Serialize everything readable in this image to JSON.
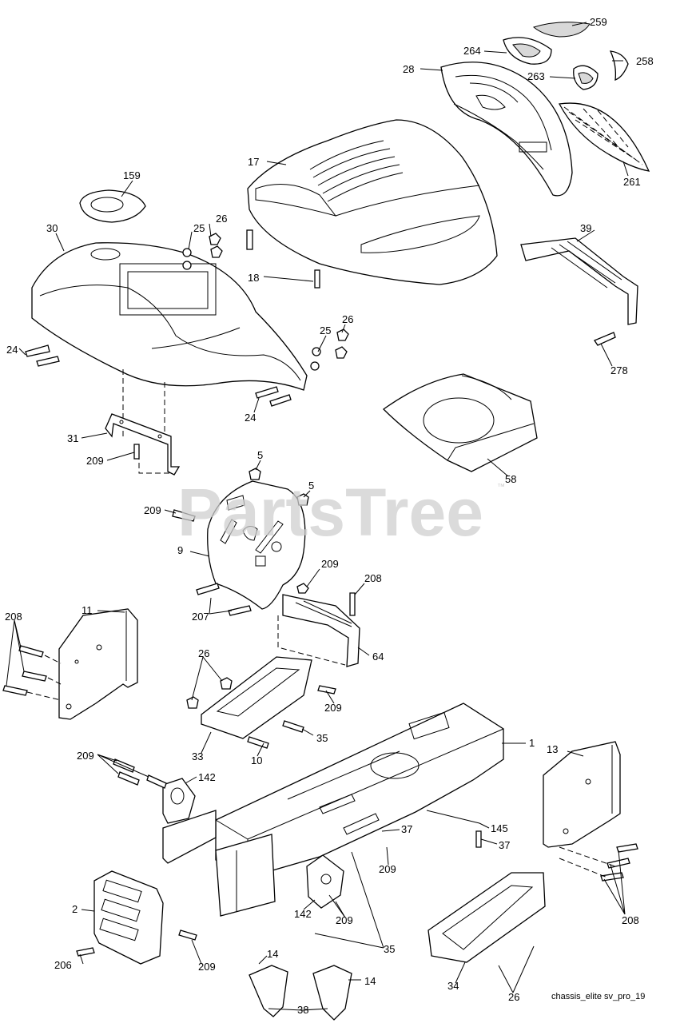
{
  "watermark": {
    "text": "PartsTree",
    "trademark": "™"
  },
  "caption": "chassis_elite sv_pro_19",
  "callouts": [
    {
      "id": "c259",
      "text": "259"
    },
    {
      "id": "c264",
      "text": "264"
    },
    {
      "id": "c258",
      "text": "258"
    },
    {
      "id": "c28",
      "text": "28"
    },
    {
      "id": "c263",
      "text": "263"
    },
    {
      "id": "c261",
      "text": "261"
    },
    {
      "id": "c17",
      "text": "17"
    },
    {
      "id": "c159",
      "text": "159"
    },
    {
      "id": "c30",
      "text": "30"
    },
    {
      "id": "c26a",
      "text": "26"
    },
    {
      "id": "c25a",
      "text": "25"
    },
    {
      "id": "c18",
      "text": "18"
    },
    {
      "id": "c39",
      "text": "39"
    },
    {
      "id": "c24a",
      "text": "24"
    },
    {
      "id": "c25b",
      "text": "25"
    },
    {
      "id": "c26b",
      "text": "26"
    },
    {
      "id": "c278",
      "text": "278"
    },
    {
      "id": "c24b",
      "text": "24"
    },
    {
      "id": "c31",
      "text": "31"
    },
    {
      "id": "c209a",
      "text": "209"
    },
    {
      "id": "c58",
      "text": "58"
    },
    {
      "id": "c5a",
      "text": "5"
    },
    {
      "id": "c5b",
      "text": "5"
    },
    {
      "id": "c209b",
      "text": "209"
    },
    {
      "id": "c9",
      "text": "9"
    },
    {
      "id": "c209c",
      "text": "209"
    },
    {
      "id": "c208a",
      "text": "208"
    },
    {
      "id": "c207",
      "text": "207"
    },
    {
      "id": "c208b",
      "text": "208"
    },
    {
      "id": "c11",
      "text": "11"
    },
    {
      "id": "c64",
      "text": "64"
    },
    {
      "id": "c26c",
      "text": "26"
    },
    {
      "id": "c209d",
      "text": "209"
    },
    {
      "id": "c35a",
      "text": "35"
    },
    {
      "id": "c33",
      "text": "33"
    },
    {
      "id": "c10",
      "text": "10"
    },
    {
      "id": "c1",
      "text": "1"
    },
    {
      "id": "c13",
      "text": "13"
    },
    {
      "id": "c209e",
      "text": "209"
    },
    {
      "id": "c142a",
      "text": "142"
    },
    {
      "id": "c145",
      "text": "145"
    },
    {
      "id": "c37a",
      "text": "37"
    },
    {
      "id": "c37b",
      "text": "37"
    },
    {
      "id": "c209f",
      "text": "209"
    },
    {
      "id": "c2",
      "text": "2"
    },
    {
      "id": "c142b",
      "text": "142"
    },
    {
      "id": "c209g",
      "text": "209"
    },
    {
      "id": "c208c",
      "text": "208"
    },
    {
      "id": "c35b",
      "text": "35"
    },
    {
      "id": "c206",
      "text": "206"
    },
    {
      "id": "c209h",
      "text": "209"
    },
    {
      "id": "c14a",
      "text": "14"
    },
    {
      "id": "c14b",
      "text": "14"
    },
    {
      "id": "c34",
      "text": "34"
    },
    {
      "id": "c26d",
      "text": "26"
    },
    {
      "id": "c38",
      "text": "38"
    }
  ]
}
